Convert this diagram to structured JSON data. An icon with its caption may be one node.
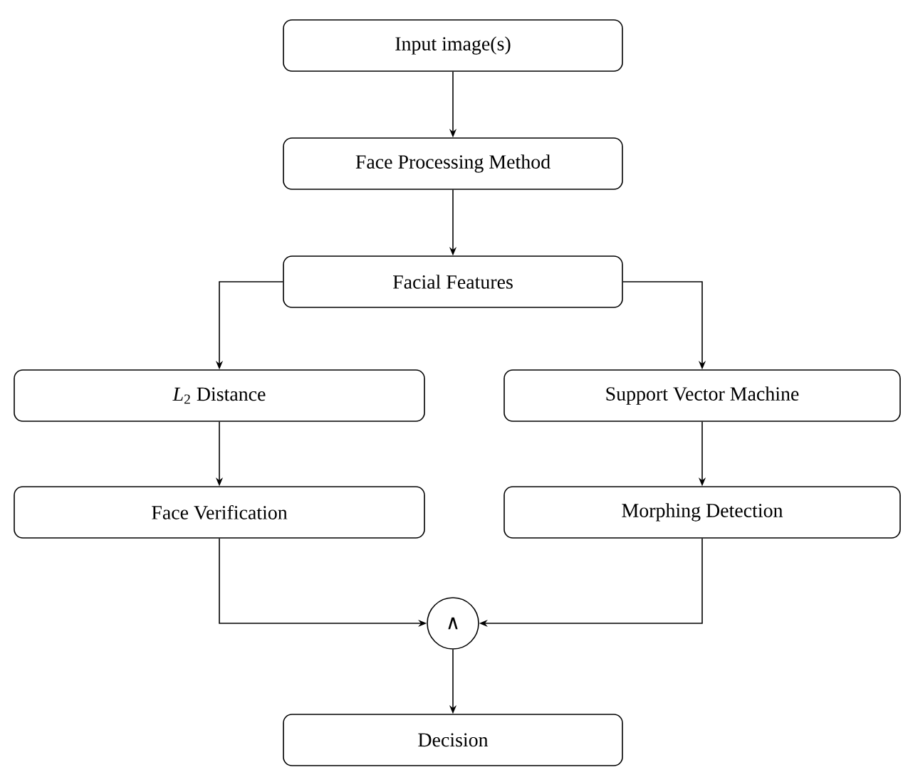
{
  "diagram": {
    "nodes": [
      {
        "text": [
          "Input image(s)"
        ]
      },
      {
        "text": [
          "Face Processing Method"
        ]
      },
      {
        "text": [
          "Facial Features"
        ]
      },
      {
        "text": [
          "*L*$_{2}$ Distance"
        ]
      },
      {
        "text": [
          "Support Vector Machine"
        ]
      },
      {
        "text": [
          "Face Verification"
        ]
      },
      {
        "text": [
          "Morphing Detection"
        ]
      },
      {
        "text": [
          "∧"
        ]
      },
      {
        "text": [
          "Decision"
        ]
      }
    ],
    "edges": [
      {
        "from": 0,
        "to": 1,
        "arrow": "to"
      },
      {
        "from": 1,
        "to": 2,
        "arrow": "to"
      },
      {
        "from": 2,
        "to": 3,
        "arrow": "to"
      },
      {
        "from": 2,
        "to": 4,
        "arrow": "to"
      },
      {
        "from": 3,
        "to": 5,
        "arrow": "to"
      },
      {
        "from": 4,
        "to": 6,
        "arrow": "to"
      },
      {
        "from": 5,
        "to": 7,
        "arrow": "to"
      },
      {
        "from": 6,
        "to": 7,
        "arrow": "to"
      },
      {
        "from": 7,
        "to": 8,
        "arrow": "to"
      }
    ]
  }
}
